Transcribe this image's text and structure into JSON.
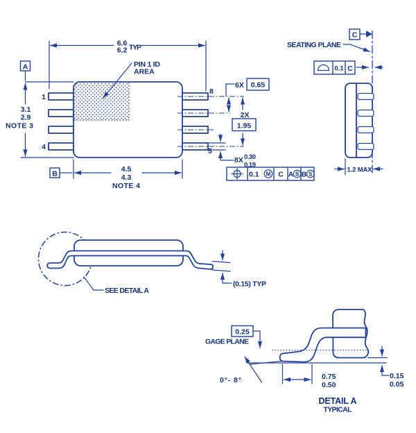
{
  "colors": {
    "line": "#24419a",
    "text": "#14307d",
    "background": "#ffffff"
  },
  "icons": {
    "position_tolerance": "position-crosshair-icon ⌖",
    "flatness_tolerance": "flatness-halfdome-icon ⌓",
    "datum_arrow": "filled-triangle-icon"
  },
  "front": {
    "datum_a": "A",
    "datum_b": "B",
    "dim_width": {
      "line1": "6.6",
      "line2": "6.2",
      "suffix": "TYP"
    },
    "pin1_id": {
      "line1": "PIN 1 ID",
      "line2": "AREA"
    },
    "dim_height": {
      "line1": "3.1",
      "line2": "2.9",
      "line3": "NOTE 3"
    },
    "dim_body": {
      "line1": "4.5",
      "line2": "4.3",
      "line3": "NOTE 4"
    },
    "pin_labels": {
      "p1": "1",
      "p4": "4",
      "p8": "8",
      "p5": "5"
    },
    "dim_pitch": {
      "prefix": "6X",
      "value": "0.65"
    },
    "dim_span": {
      "prefix": "2X",
      "value": "1.95"
    },
    "dim_lead": {
      "prefix": "8X",
      "upper": "0.30",
      "lower": "0.19"
    },
    "fcf_position": {
      "tol": "0.1",
      "tol_mod": "M",
      "d1": "C",
      "d2": "A",
      "d2_mod": "S",
      "d3": "B",
      "d3_mod": "S"
    }
  },
  "side": {
    "datum_c": "C",
    "seating_plane": "SEATING PLANE",
    "fcf_flatness": {
      "tol": "0.1",
      "datum": "C"
    },
    "dim_max": "1.2 MAX"
  },
  "profile": {
    "see_detail": "SEE DETAIL A",
    "dim_lead_thickness": "(0.15) TYP"
  },
  "detail": {
    "gage_value": "0.25",
    "gage_label": "GAGE PLANE",
    "angle": "0°- 8°",
    "dim_foot": {
      "upper": "0.75",
      "lower": "0.50"
    },
    "dim_standoff": {
      "upper": "0.15",
      "lower": "0.05"
    },
    "title": "DETAIL A",
    "subtitle": "TYPICAL"
  }
}
